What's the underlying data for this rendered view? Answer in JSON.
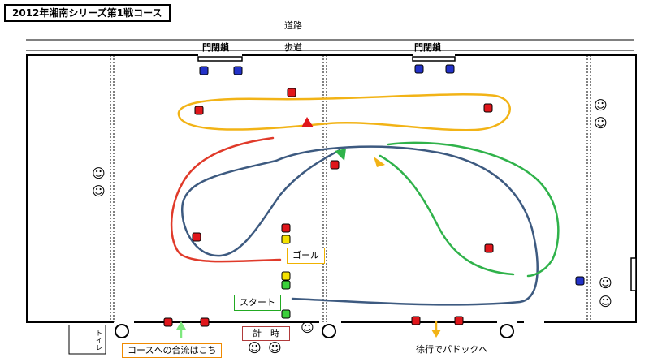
{
  "title": "2012年湘南シリーズ第1戦コース",
  "labels": {
    "road": "道路",
    "sidewalk": "歩道",
    "gate_left": "門閉鎖",
    "gate_right": "門閉鎖",
    "goal": "ゴール",
    "start": "スタート",
    "timing": "計　時",
    "merge": "コースへの合流はこち",
    "paddock": "徐行でパドックへ",
    "toilet": "トイレ"
  },
  "icons": {
    "smiley": "smiley-face-icon",
    "cone_red": "red-cone-icon",
    "cone_blue": "blue-cone-icon",
    "cone_yellow": "yellow-cone-icon",
    "cone_green": "green-cone-icon",
    "tire": "tire-icon"
  },
  "colors": {
    "red_line": "#e03a2a",
    "yellow_line": "#f2b316",
    "blue_line": "#3d5a80",
    "green_line": "#2fb24a",
    "cone_red": "#e0161b",
    "cone_blue": "#2332c8",
    "cone_yellow": "#f4e200",
    "cone_green": "#3bd13b",
    "goal_border": "#f0b200",
    "start_border": "#22aa22",
    "timing_border": "#b03a3a",
    "merge_border": "#f08a00"
  },
  "smiley_glyph": "☺"
}
